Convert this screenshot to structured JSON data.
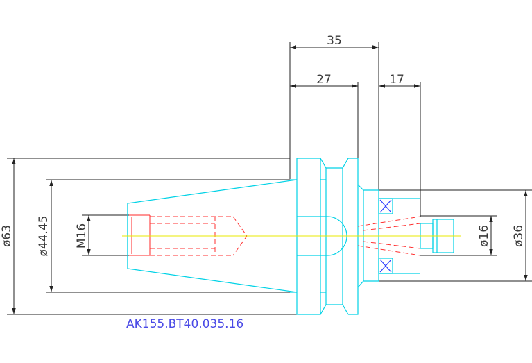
{
  "dimensions": {
    "overall_length": "35",
    "flange_length": "27",
    "collet_length": "17",
    "diameter_flange": "ø63",
    "diameter_taper": "ø44.45",
    "thread": "M16",
    "bore": "ø16",
    "nose_diameter": "ø36"
  },
  "part_number": "AK155.BT40.035.16",
  "colors": {
    "outline": "#00d2e6",
    "hidden": "#ff3030",
    "centerline": "#e8e800",
    "dimension": "#222222",
    "label": "#4a4ae6"
  }
}
